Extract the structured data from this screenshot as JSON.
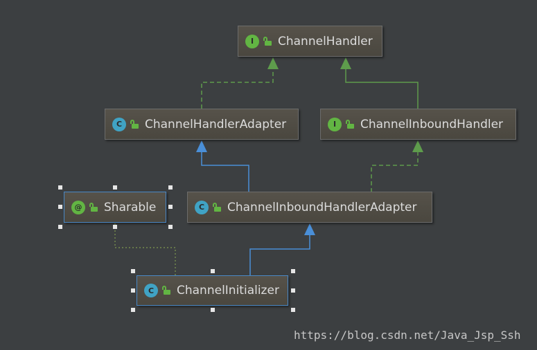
{
  "diagram": {
    "nodes": {
      "channel_handler": {
        "label": "ChannelHandler",
        "kind": "I"
      },
      "channel_handler_adapter": {
        "label": "ChannelHandlerAdapter",
        "kind": "C"
      },
      "channel_inbound_handler": {
        "label": "ChannelInboundHandler",
        "kind": "I"
      },
      "sharable": {
        "label": "Sharable",
        "kind": "@"
      },
      "channel_inbound_handler_adapter": {
        "label": "ChannelInboundHandlerAdapter",
        "kind": "C"
      },
      "channel_initializer": {
        "label": "ChannelInitializer",
        "kind": "C"
      }
    },
    "edges": [
      {
        "from": "channel_handler_adapter",
        "to": "channel_handler",
        "type": "implements"
      },
      {
        "from": "channel_inbound_handler",
        "to": "channel_handler",
        "type": "extends-interface"
      },
      {
        "from": "channel_inbound_handler_adapter",
        "to": "channel_handler_adapter",
        "type": "extends"
      },
      {
        "from": "channel_inbound_handler_adapter",
        "to": "channel_inbound_handler",
        "type": "implements"
      },
      {
        "from": "channel_initializer",
        "to": "channel_inbound_handler_adapter",
        "type": "extends"
      },
      {
        "from": "channel_initializer",
        "to": "sharable",
        "type": "annotation"
      }
    ],
    "colors": {
      "background": "#3c3f41",
      "interface_edge": "#5e9c4c",
      "class_edge": "#4a8fd8",
      "annotation_edge": "#7f9a4f"
    }
  },
  "watermark": "https://blog.csdn.net/Java_Jsp_Ssh"
}
